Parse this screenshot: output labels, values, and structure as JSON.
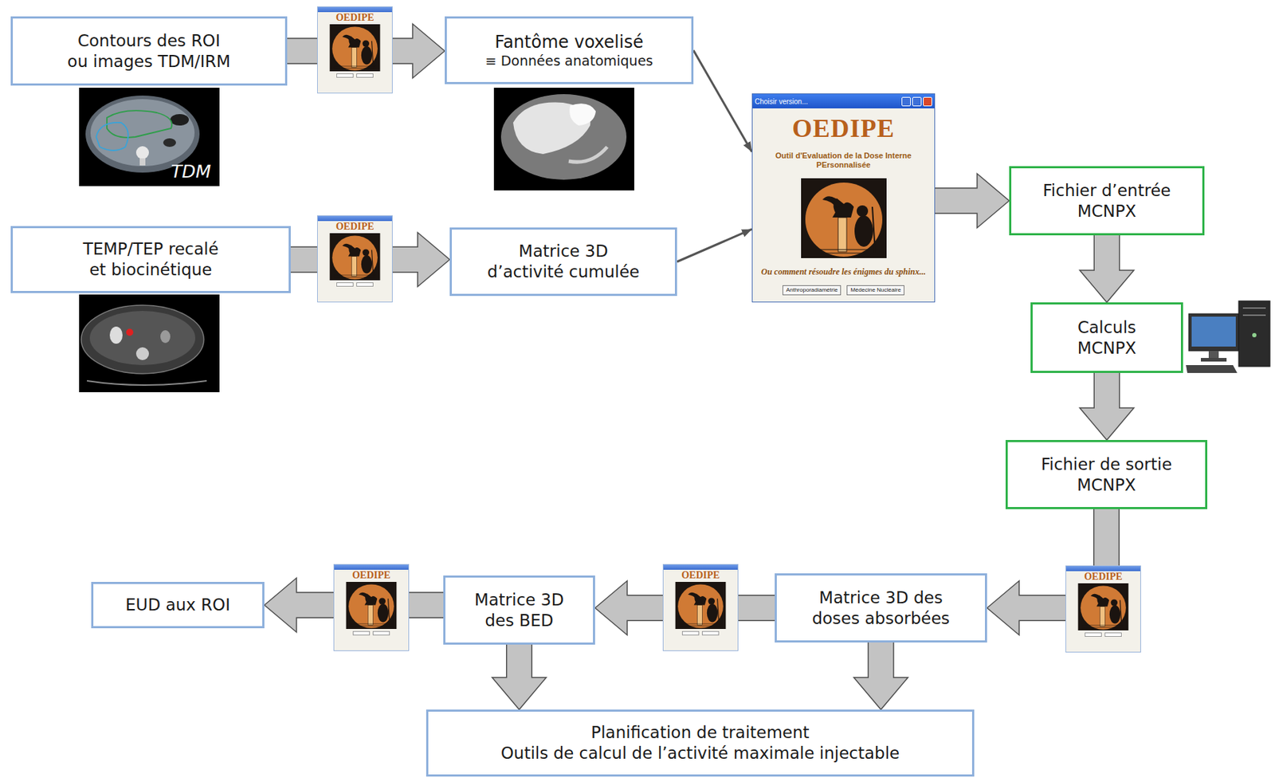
{
  "diagram": {
    "nodes": [
      {
        "text": [
          "Contours des ROI",
          "ou images TDM/IRM"
        ]
      },
      {
        "text": [
          "Fantôme voxelisé",
          "≡ Données anatomiques"
        ]
      },
      {
        "text": [
          "TEMP/TEP recalé et biocinétique"
        ]
      },
      {
        "text": [
          "Matrice 3D d’activité cumulée"
        ]
      },
      {
        "text": [
          "Choisir version...",
          "OEDIPE",
          "Outil d'Evaluation de la Dose Interne PErsonnalisée",
          "Ou comment résoudre les énigmes du sphinx...",
          "Anthroporadiamétrie",
          "Médecine Nucléaire"
        ]
      },
      {
        "text": [
          "Fichier d’entrée MCNPX"
        ]
      },
      {
        "text": [
          "Calculs MCNPX"
        ]
      },
      {
        "text": [
          "Fichier de sortie MCNPX"
        ]
      },
      {
        "text": [
          "Matrice 3D des doses absorbées"
        ]
      },
      {
        "text": [
          "Matrice 3D des BED"
        ]
      },
      {
        "text": [
          "EUD aux ROI"
        ]
      },
      {
        "text": [
          "Planification de traitement",
          "Outils de calcul de l’activité maximale injectable"
        ]
      }
    ],
    "edges": [
      {
        "from": 0,
        "to": 1,
        "arrow": "to"
      },
      {
        "from": 1,
        "to": 4,
        "arrow": "to"
      },
      {
        "from": 2,
        "to": 3,
        "arrow": "to"
      },
      {
        "from": 3,
        "to": 4,
        "arrow": "to"
      },
      {
        "from": 4,
        "to": 5,
        "arrow": "to"
      },
      {
        "from": 5,
        "to": 6,
        "arrow": "to"
      },
      {
        "from": 6,
        "to": 7,
        "arrow": "to"
      },
      {
        "from": 7,
        "to": 8,
        "arrow": "to"
      },
      {
        "from": 8,
        "to": 9,
        "arrow": "to"
      },
      {
        "from": 9,
        "to": 10,
        "arrow": "to"
      },
      {
        "from": 9,
        "to": 11,
        "arrow": "to"
      },
      {
        "from": 8,
        "to": 11,
        "arrow": "to"
      }
    ],
    "labels": [
      "OEDIPE",
      "TDM",
      "OEDIPE",
      "OEDIPE",
      "OEDIPE",
      "OEDIPE"
    ]
  }
}
